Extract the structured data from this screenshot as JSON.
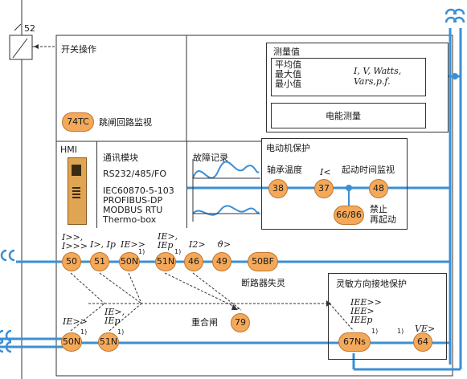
{
  "top": {
    "ref_52": "52"
  },
  "switch_op": {
    "title": "开关操作"
  },
  "trip_supervision": {
    "code": "74TC",
    "label": "跳闸回路监视"
  },
  "measure": {
    "title": "测量值",
    "list": "平均值\n最大值\n最小值",
    "quantities": "I, V, Watts,\nVars,p.f.",
    "energy": "电能测量"
  },
  "hmi": {
    "label": "HMI"
  },
  "comm": {
    "title": "通讯模块",
    "rs": "RS232/485/FO",
    "iec": "IEC60870-5-103",
    "profibus": "PROFIBUS-DP",
    "modbus": "MODBUS RTU",
    "thermo": "Thermo-box"
  },
  "fault": {
    "title": "故障记录"
  },
  "motor": {
    "title": "电动机保护",
    "bearing_label": "轴承温度",
    "bearing_code": "38",
    "i_less": "I<",
    "undercurrent_code": "37",
    "start_time_label": "起动时间监视",
    "start_time_code": "48",
    "inhibit_code": "66/86",
    "inhibit_label": "禁止\n再起动"
  },
  "row1": [
    {
      "code": "50",
      "top_label": "I>>,\nI>>>",
      "sup": ""
    },
    {
      "code": "51",
      "top_label": "I>, Ip",
      "sup": ""
    },
    {
      "code": "50N",
      "top_label": "IE>>",
      "sup": "1)"
    },
    {
      "code": "51N",
      "top_label": "IE>,\nIEp",
      "sup": "1)"
    },
    {
      "code": "46",
      "top_label": "I2>",
      "sup": ""
    },
    {
      "code": "49",
      "top_label": "ϑ>",
      "sup": ""
    },
    {
      "code": "50BF",
      "top_label": "",
      "sup": ""
    }
  ],
  "breaker_failure": "断路器失灵",
  "reclose": {
    "label": "重合闸",
    "code": "79"
  },
  "row2": [
    {
      "code": "50N",
      "top_label": "IE>>",
      "sup": "1)"
    },
    {
      "code": "51N",
      "top_label": "IE>,\nIEp",
      "sup": "1)"
    }
  ],
  "directional": {
    "title": "灵敏方向接地保护",
    "ns_label": "IEE>>\nIEE>\nIEEp",
    "ns_code": "67Ns",
    "ns_sup": "1)",
    "ve_label": "VE>",
    "ve_code": "64",
    "ve_sup": "1)"
  },
  "colors": {
    "bus": "#3b8fd4",
    "badge": "#f4a95a",
    "badge_border": "#c2742a",
    "line": "#333333"
  }
}
